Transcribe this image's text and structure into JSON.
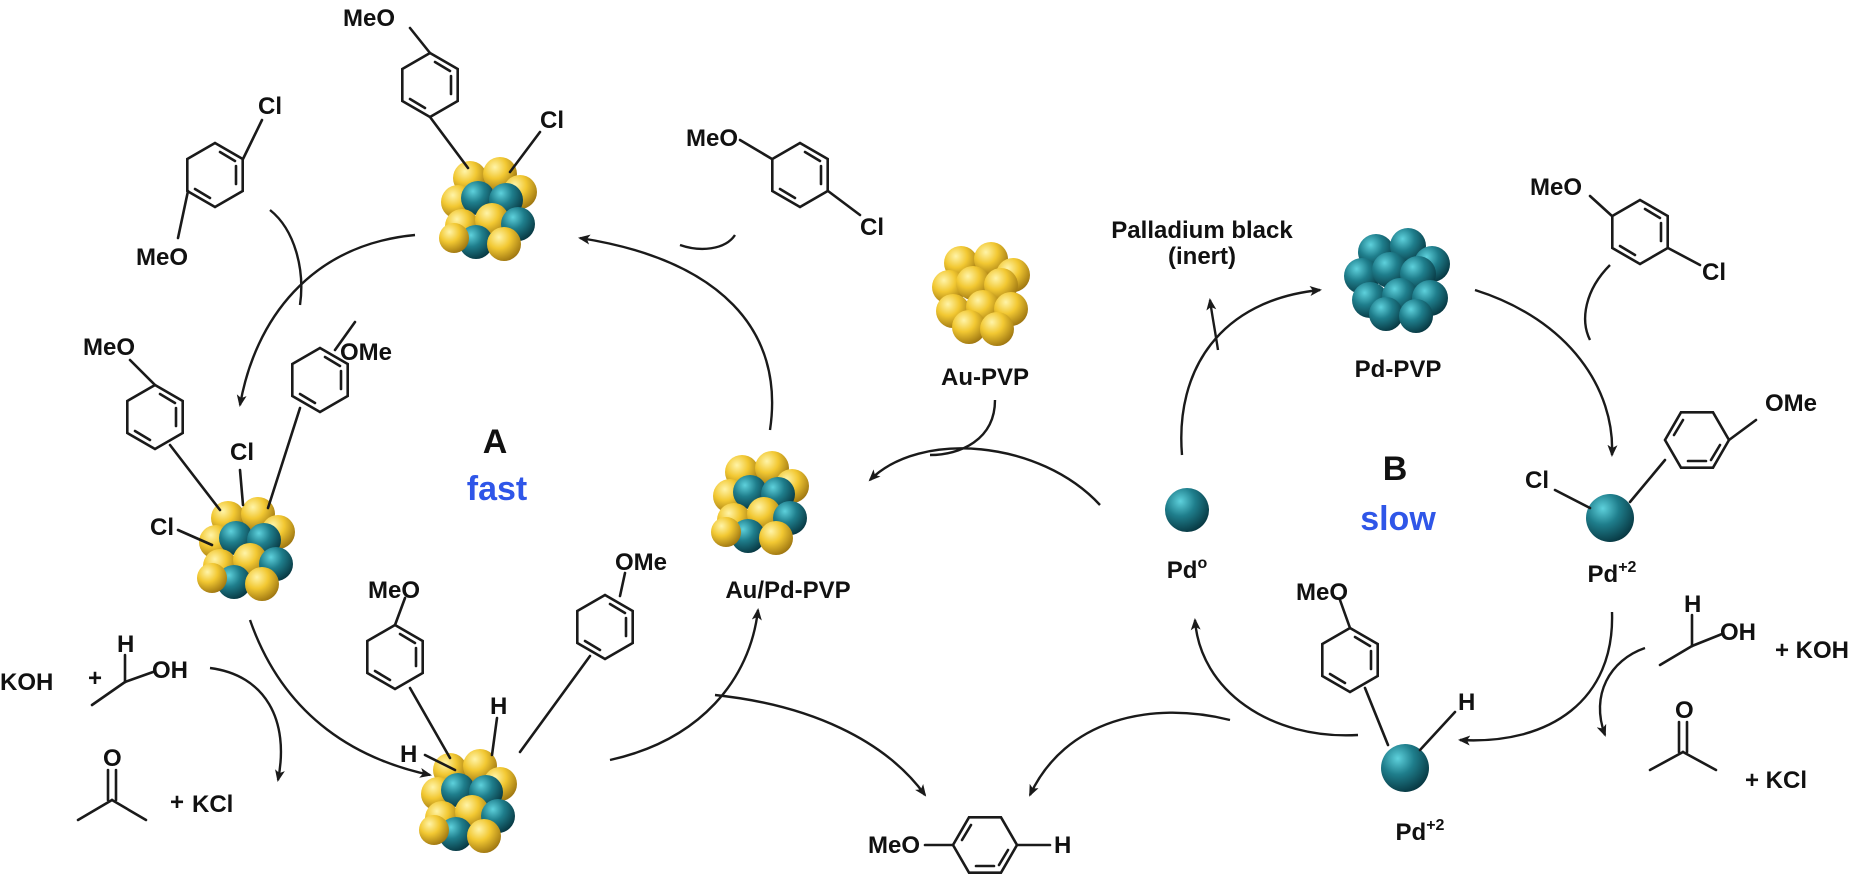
{
  "cycle_a": {
    "label": "A",
    "speed": "fast",
    "speed_color": "#2f56e8",
    "catalyst": "Au/Pd-PVP",
    "reactant_sub": "MeO",
    "reactant_cl": "Cl",
    "int1_sub": "MeO",
    "int1_cl": "Cl",
    "int2_sub1": "MeO",
    "int2_sub2": "OMe",
    "int2_cl1": "Cl",
    "int2_cl2": "Cl",
    "int3_sub1": "MeO",
    "int3_sub2": "OMe",
    "int3_h1": "H",
    "int3_h2": "H",
    "koh": "KOH",
    "plus": "+",
    "alcohol_oh": "OH",
    "alcohol_h": "H",
    "ketone_o": "O",
    "kcl": "KCl"
  },
  "center": {
    "au_pvp": "Au-PVP",
    "substrate_meo": "MeO",
    "substrate_cl": "Cl",
    "product_meo": "MeO",
    "product_h": "H"
  },
  "cycle_b": {
    "label": "B",
    "speed": "slow",
    "speed_color": "#2f56e8",
    "pd_pvp": "Pd-PVP",
    "pd_black": "Palladium black",
    "pd_black_note": "(inert)",
    "pd0": "Pd",
    "pd0_sup": "o",
    "pd2_a": "Pd",
    "pd2_a_sup": "+2",
    "pd2_b": "Pd",
    "pd2_b_sup": "+2",
    "substrate_meo": "MeO",
    "substrate_cl": "Cl",
    "int1_cl": "Cl",
    "int1_ome": "OMe",
    "int2_meo": "MeO",
    "int2_h": "H",
    "alcohol_h": "H",
    "alcohol_oh": "OH",
    "plus_koh": "+ KOH",
    "ketone_o": "O",
    "plus_kcl": "+ KCl"
  },
  "colors": {
    "gold": "#f2c832",
    "teal": "#1f7e8c"
  }
}
